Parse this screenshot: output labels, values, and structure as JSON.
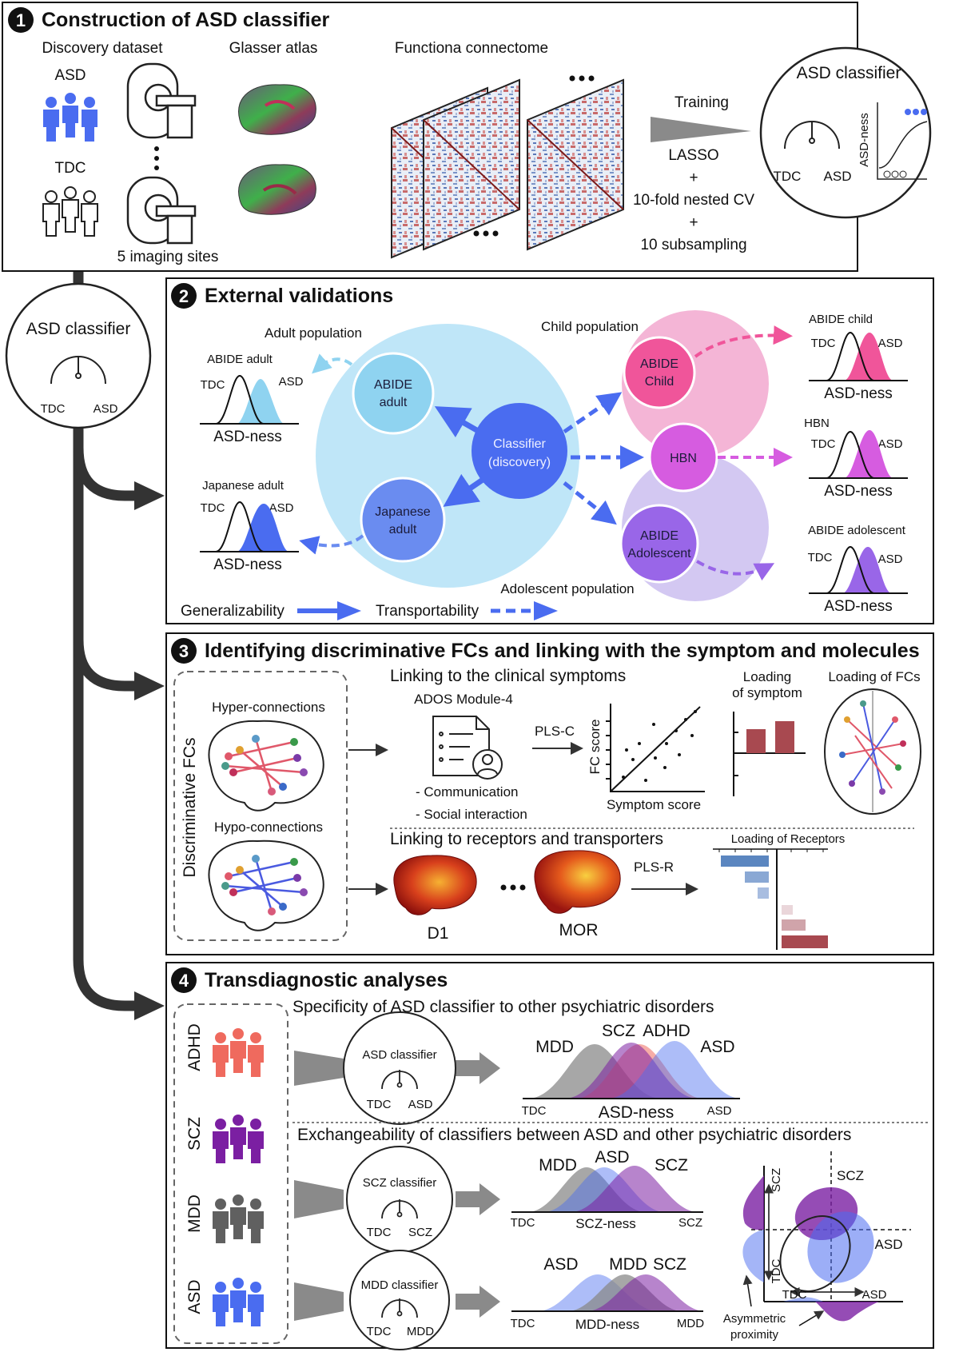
{
  "panel1": {
    "number": "1",
    "title": "Construction of ASD classifier",
    "discovery_label": "Discovery dataset",
    "asd_label": "ASD",
    "tdc_label": "TDC",
    "sites_label": "5 imaging sites",
    "atlas_label": "Glasser atlas",
    "connectome_label": "Functiona connectome",
    "training_label": "Training",
    "lasso_label": "LASSO",
    "plus": "+",
    "cv_label": "10-fold nested CV",
    "subsampling_label": "10 subsampling",
    "classifier_title": "ASD classifier",
    "classifier_tdc": "TDC",
    "classifier_asd": "ASD",
    "asd_ness_label": "ASD-ness"
  },
  "side": {
    "classifier_title": "ASD classifier",
    "tdc": "TDC",
    "asd": "ASD"
  },
  "panel2": {
    "number": "2",
    "title": "External validations",
    "adult_population": "Adult population",
    "child_population": "Child population",
    "adolescent_population": "Adolescent population",
    "abide_adult_line1": "ABIDE",
    "abide_adult_line2": "adult",
    "japanese_adult_line1": "Japanese",
    "japanese_adult_line2": "adult",
    "classifier_line1": "Classifier",
    "classifier_line2": "(discovery)",
    "abide_child_line1": "ABIDE",
    "abide_child_line2": "Child",
    "hbn": "HBN",
    "abide_adolescent_line1": "ABIDE",
    "abide_adolescent_line2": "Adolescent",
    "plot_abide_adult": "ABIDE adult",
    "plot_japanese_adult": "Japanese adult",
    "plot_abide_child": "ABIDE child",
    "plot_hbn": "HBN",
    "plot_abide_adolescent": "ABIDE adolescent",
    "tdc": "TDC",
    "asd": "ASD",
    "asd_ness": "ASD-ness",
    "generalizability": "Generalizability",
    "transportability": "Transportability"
  },
  "panel3": {
    "number": "3",
    "title": "Identifying discriminative FCs and linking with the symptom and molecules",
    "discriminative_fcs": "Discriminative FCs",
    "hyper_connections": "Hyper-connections",
    "hypo_connections": "Hypo-connections",
    "clinical_title": "Linking to the clinical symptoms",
    "ados_label": "ADOS Module-4",
    "communication": "- Communication",
    "social": "- Social interaction",
    "plsc": "PLS-C",
    "fc_score": "FC score",
    "symptom_score": "Symptom score",
    "loading_symptom_1": "Loading",
    "loading_symptom_2": "of symptom",
    "loading_fcs": "Loading of FCs",
    "receptors_title": "Linking to receptors and transporters",
    "d1": "D1",
    "mor": "MOR",
    "plsr": "PLS-R",
    "loading_receptors": "Loading of Receptors"
  },
  "panel4": {
    "number": "4",
    "title": "Transdiagnostic analyses",
    "specificity_title": "Specificity of ASD classifier to other psychiatric disorders",
    "exchangeability_title": "Exchangeability of classifiers between ASD and other psychiatric disorders",
    "groups": [
      "ADHD",
      "SCZ",
      "MDD",
      "ASD"
    ],
    "asd_classifier": "ASD classifier",
    "scz_classifier": "SCZ classifier",
    "mdd_classifier": "MDD classifier",
    "tdc": "TDC",
    "asd": "ASD",
    "scz": "SCZ",
    "mdd": "MDD",
    "adhd": "ADHD",
    "asd_ness": "ASD-ness",
    "scz_ness": "SCZ-ness",
    "mdd_ness": "MDD-ness",
    "asymmetric_1": "Asymmetric",
    "asymmetric_2": "proximity"
  },
  "colors": {
    "asd_blue": "#4a6cf0",
    "light_blue": "#bfe6f8",
    "pink": "#f4b5d6",
    "lavender": "#d3c8f2",
    "scz_purple": "#7b1fa2",
    "adhd_red": "#ef6a5e",
    "mdd_gray": "#606060",
    "dark_arrow": "#333333",
    "maroon": "#a84950"
  },
  "icons": [
    "person-group-icon",
    "mri-scanner-icon",
    "brain-icon",
    "gauge-icon",
    "document-icon",
    "user-icon"
  ]
}
